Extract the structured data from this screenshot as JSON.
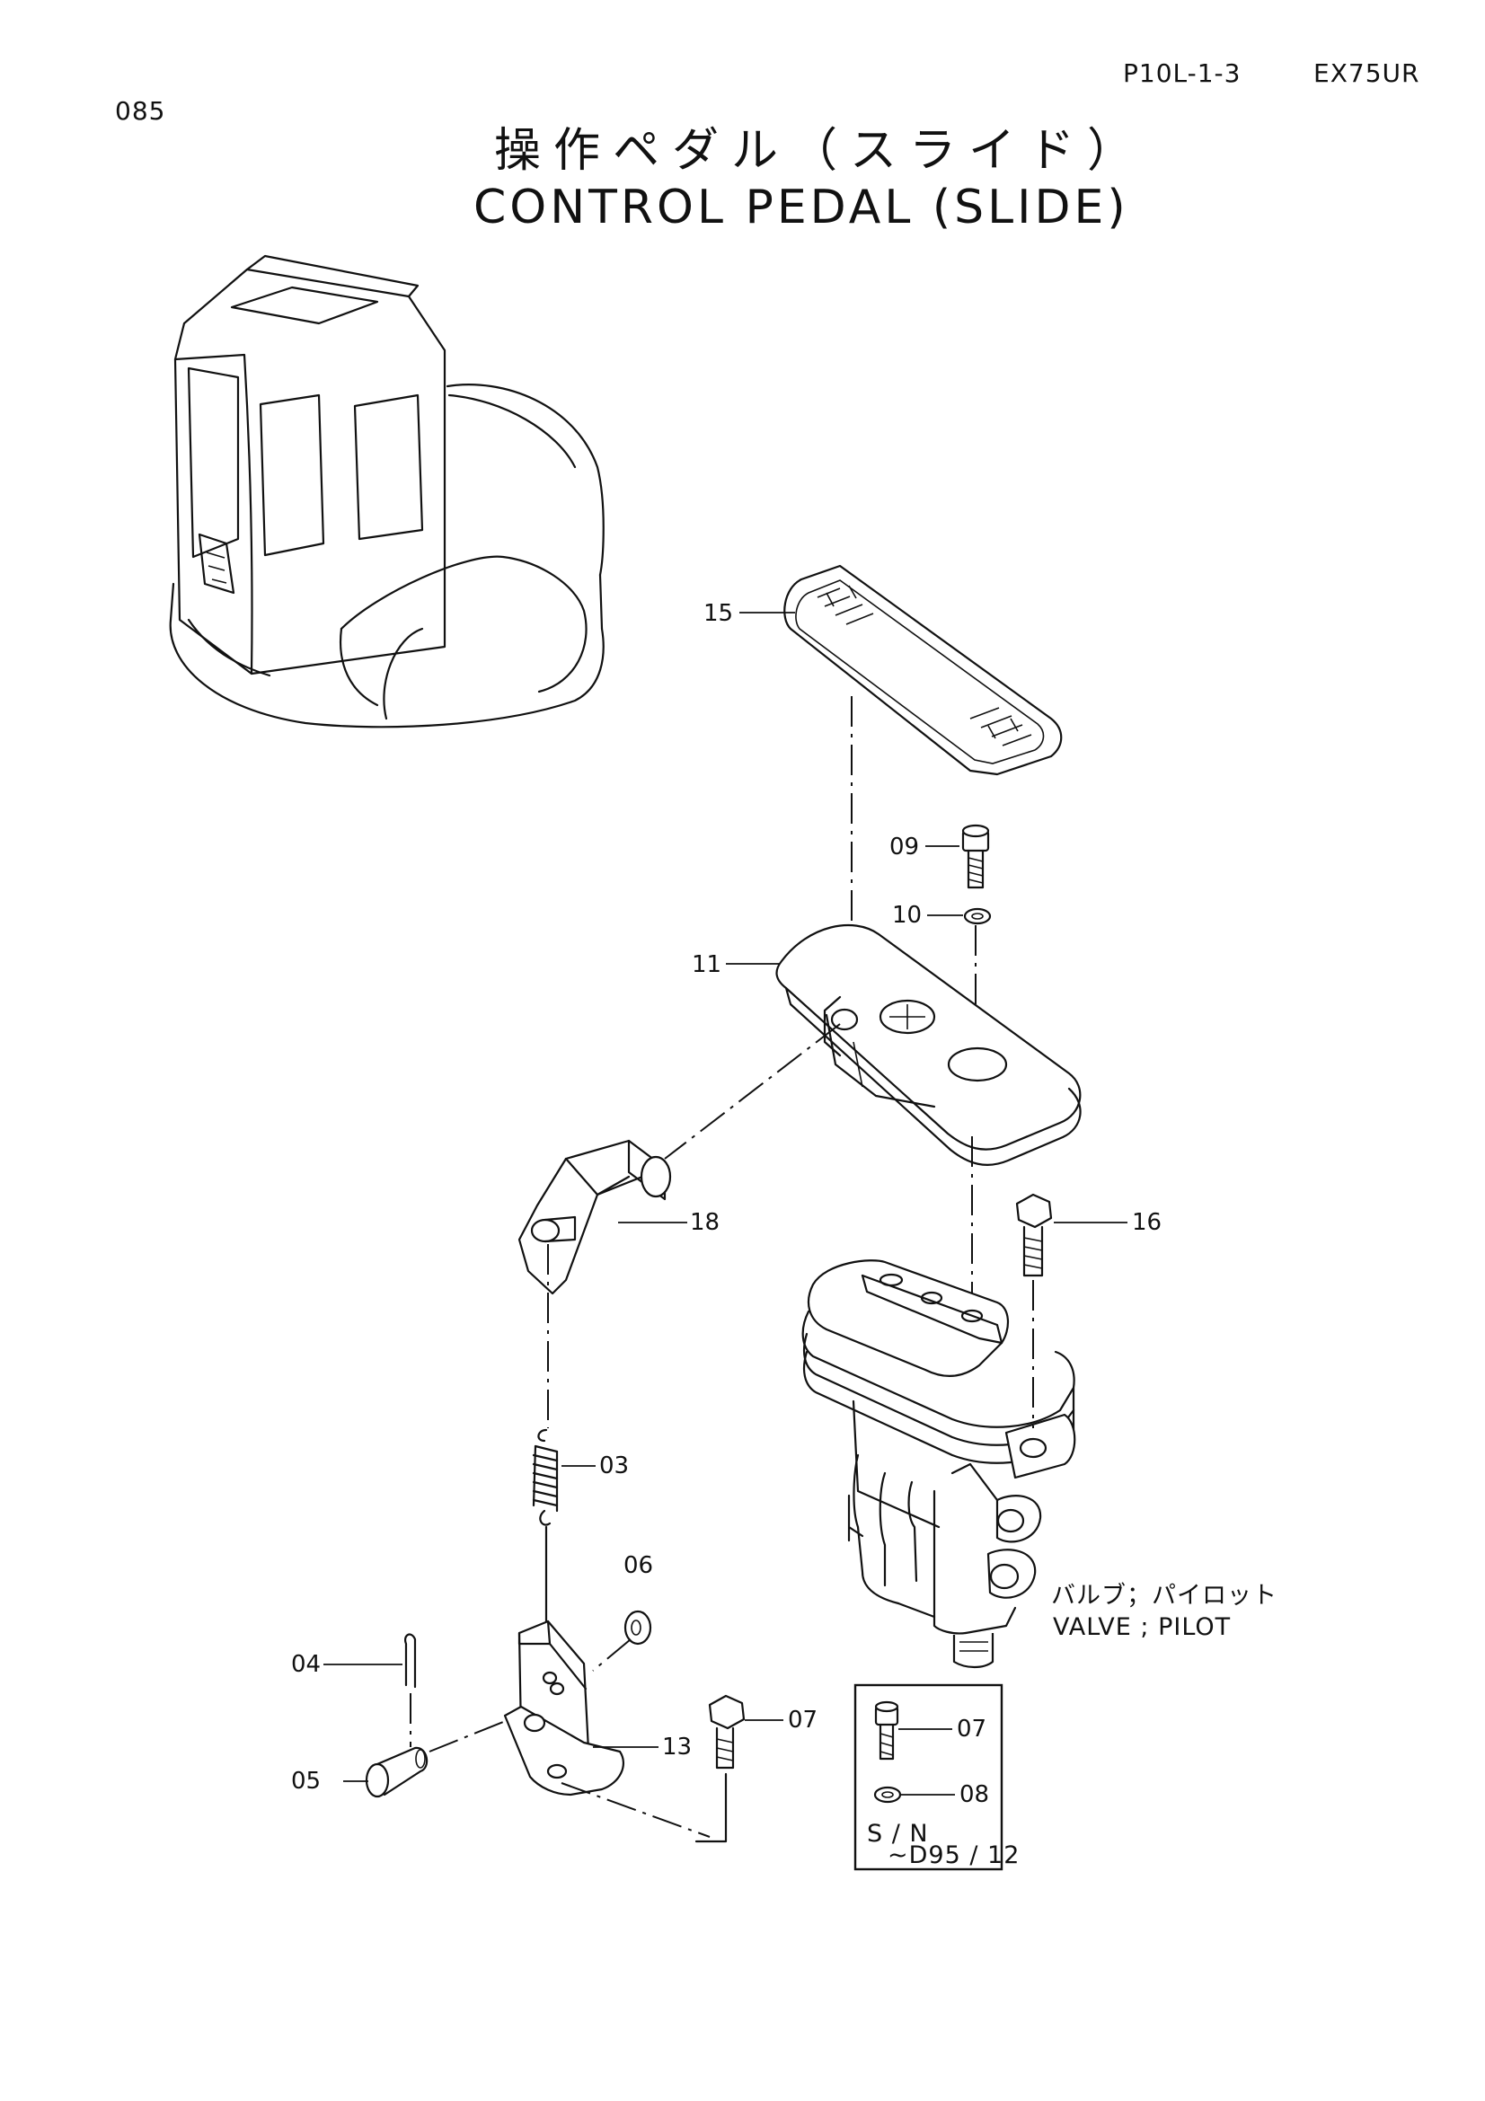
{
  "header": {
    "part_code": "P10L-1-3",
    "model": "EX75UR",
    "page_number": "085"
  },
  "title": {
    "japanese": "操作ペダル（スライド）",
    "english": "CONTROL PEDAL (SLIDE)"
  },
  "callouts": {
    "c15": "15",
    "c09": "09",
    "c10": "10",
    "c11": "11",
    "c18": "18",
    "c16": "16",
    "c03": "03",
    "c06": "06",
    "c04": "04",
    "c07": "07",
    "c05": "05",
    "c13": "13",
    "box_07": "07",
    "box_08": "08"
  },
  "valve_label": {
    "japanese": "バルブ；パイロット",
    "english": "VALVE ; PILOT"
  },
  "serial_box": {
    "line1": "S / N",
    "line2": "~D95 / 12"
  }
}
